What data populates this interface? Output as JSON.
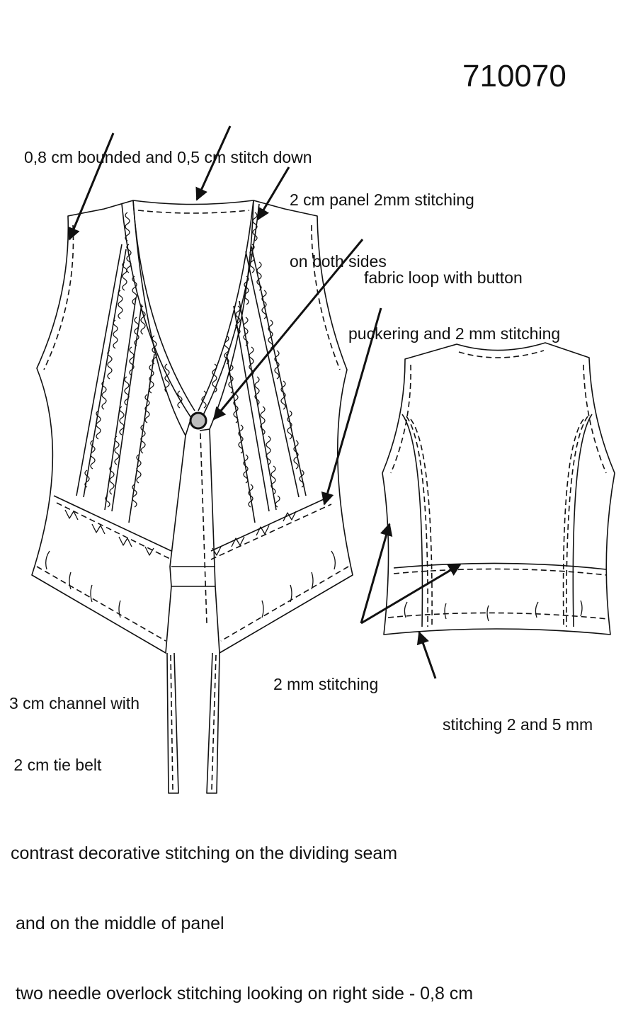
{
  "style_number": "710070",
  "annotations": {
    "binding": [
      "0,8 cm bounded and 0,5 cm stitch down"
    ],
    "panel": [
      "2 cm panel 2mm stitching",
      "on both sides"
    ],
    "loop": [
      "fabric loop with button"
    ],
    "puckering": [
      "puckering and 2 mm stitching"
    ],
    "two_mm": [
      "2 mm stitching"
    ],
    "channel": [
      "3 cm channel with",
      " 2 cm tie belt"
    ],
    "stitching_2_5": [
      "stitching 2 and 5 mm"
    ]
  },
  "footer_notes": [
    "contrast decorative stitching on the dividing seam",
    " and on the middle of panel",
    " two needle overlock stitching looking on right side - 0,8 cm"
  ],
  "colors": {
    "line": "#111111",
    "button": "#bdbdbd",
    "background": "#ffffff"
  }
}
